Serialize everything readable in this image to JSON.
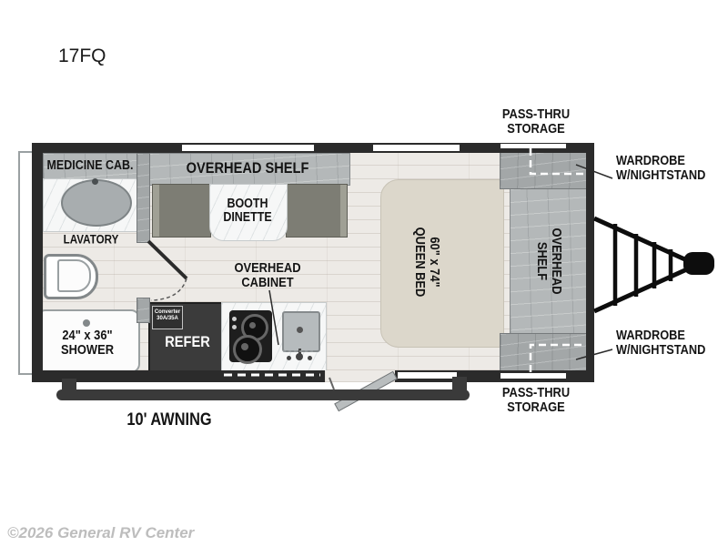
{
  "model": "17FQ",
  "labels": {
    "medicine_cab": "MEDICINE CAB.",
    "overhead_shelf": "OVERHEAD SHELF",
    "booth_line1": "BOOTH",
    "booth_line2": "DINETTE",
    "lavatory": "LAVATORY",
    "pass_thru_line1": "PASS-THRU",
    "pass_thru_line2": "STORAGE",
    "wardrobe_line1": "WARDROBE",
    "wardrobe_line2": "W/NIGHTSTAND",
    "bed_line1": "60\" x 74\"",
    "bed_line2": "QUEEN BED",
    "shelf_vert_line1": "OVERHEAD",
    "shelf_vert_line2": "SHELF",
    "cabinet_line1": "OVERHEAD",
    "cabinet_line2": "CABINET",
    "shower_line1": "24\" x 36\"",
    "shower_line2": "SHOWER",
    "refer": "REFER",
    "converter_line1": "Converter",
    "converter_line2": "30A/35A",
    "awning": "10' AWNING"
  },
  "watermark": "©2026 General RV Center",
  "colors": {
    "wall": "#2b2b2b",
    "wood_light": "#b4b8b9",
    "wood_mid": "#a3a7a8",
    "bench": "#7d7d74",
    "bed": "#dcd7cb",
    "floor": "#edeae6",
    "appliance_dark": "#3b3b3b",
    "marble": "#f6f7f7",
    "label_text": "#141414",
    "watermark_text": "#bdbdbd"
  }
}
